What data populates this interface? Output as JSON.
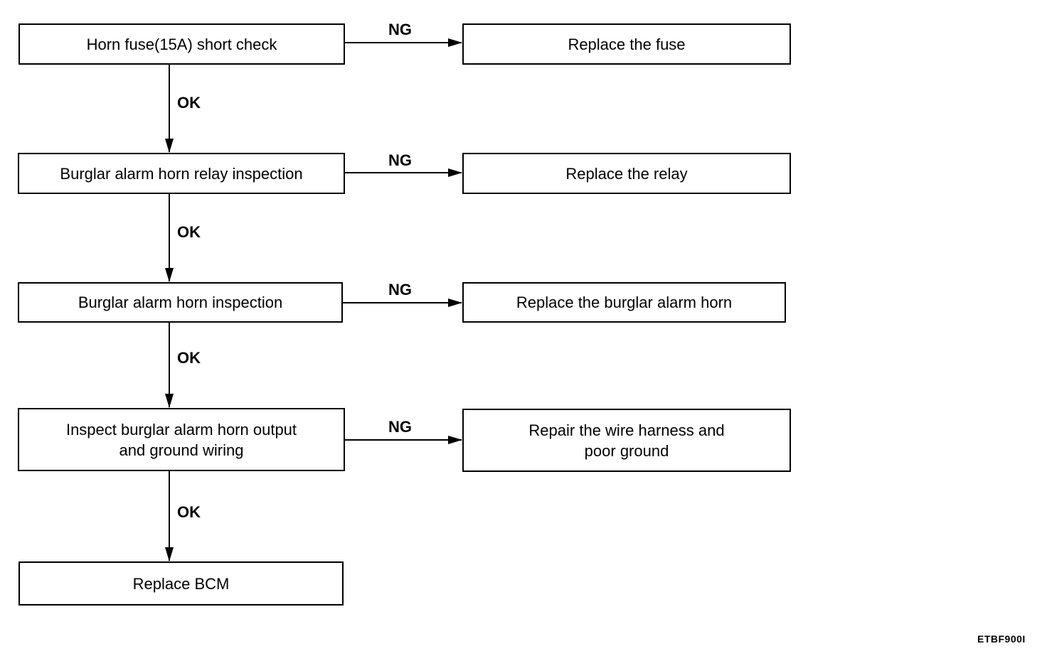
{
  "steps": [
    {
      "label": "Horn fuse(15A) short check"
    },
    {
      "label": "Burglar alarm horn relay inspection"
    },
    {
      "label": "Burglar alarm horn inspection"
    },
    {
      "label_line1": "Inspect burglar alarm horn output",
      "label_line2": "and ground wiring"
    },
    {
      "label": "Replace BCM"
    }
  ],
  "remedies": [
    {
      "label": "Replace the fuse"
    },
    {
      "label": "Replace the relay"
    },
    {
      "label": "Replace the burglar alarm horn"
    },
    {
      "label_line1": "Repair the wire harness and",
      "label_line2": "poor ground"
    }
  ],
  "ok_label": "OK",
  "ng_label": "NG",
  "figure_code": "ETBF900I"
}
